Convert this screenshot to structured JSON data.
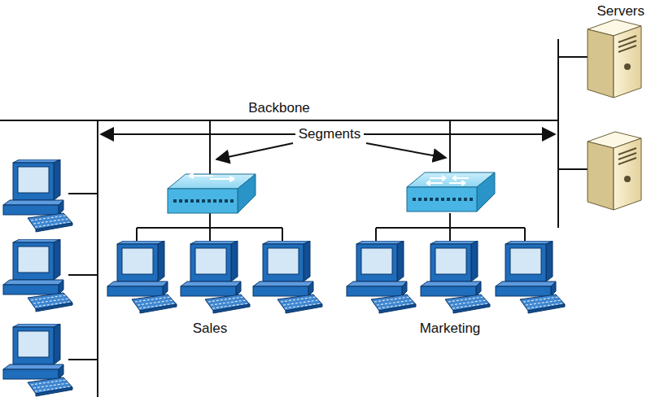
{
  "diagram": {
    "labels": [
      "Servers",
      "Backbone",
      "Segments",
      "Sales",
      "Marketing"
    ]
  }
}
